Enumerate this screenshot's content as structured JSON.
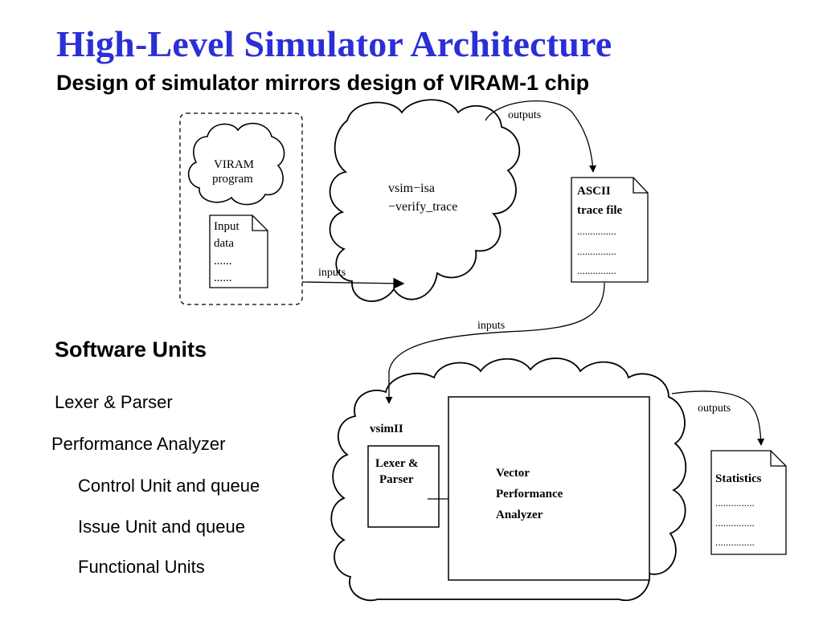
{
  "slide": {
    "title": "High-Level Simulator Architecture",
    "subtitle": "Design of simulator mirrors design of VIRAM-1 chip"
  },
  "software_units": {
    "heading": "Software Units",
    "items": [
      "Lexer & Parser",
      "Performance Analyzer",
      "Control Unit and queue",
      "Issue Unit and queue",
      "Functional Units"
    ]
  },
  "diagram": {
    "viram_program": [
      "VIRAM",
      "program"
    ],
    "input_data_doc": [
      "Input",
      "data",
      "......",
      "......"
    ],
    "vsim_isa_cloud": [
      "vsim−isa",
      "−verify_trace"
    ],
    "ascii_doc": [
      "ASCII",
      "trace file",
      "...............",
      "...............",
      "..............."
    ],
    "arrow_labels": {
      "inputs_top": "inputs",
      "outputs_top": "outputs",
      "inputs_mid": "inputs",
      "outputs_bottom": "outputs"
    },
    "vsimii_label": "vsimII",
    "lexer_parser_box": [
      "Lexer &",
      "Parser"
    ],
    "vpa_box": [
      "Vector",
      "Performance",
      "Analyzer"
    ],
    "statistics_doc": [
      "Statistics",
      "...............",
      "...............",
      "..............."
    ]
  }
}
